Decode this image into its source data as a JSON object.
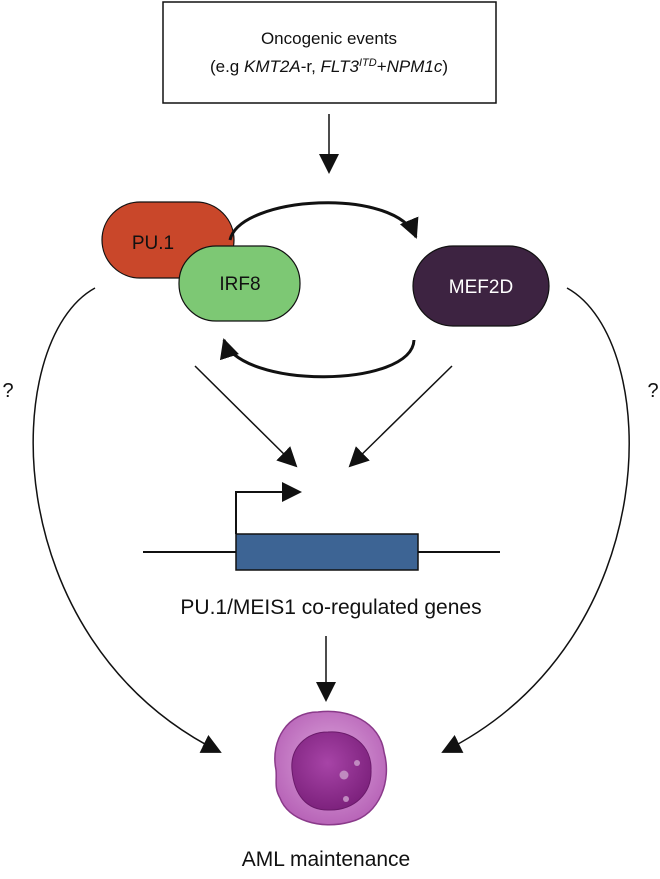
{
  "event_box": {
    "line1": "Oncogenic events",
    "line2_parts": [
      {
        "text": "(e.g ",
        "italic": false,
        "sup": false
      },
      {
        "text": "KMT2A",
        "italic": true,
        "sup": false
      },
      {
        "text": "-r, ",
        "italic": false,
        "sup": false
      },
      {
        "text": "FLT3",
        "italic": true,
        "sup": false
      },
      {
        "text": "ITD",
        "italic": true,
        "sup": true
      },
      {
        "text": "+",
        "italic": false,
        "sup": false
      },
      {
        "text": "NPM1c",
        "italic": true,
        "sup": false
      },
      {
        "text": ")",
        "italic": false,
        "sup": false
      }
    ]
  },
  "nodes": {
    "pu1": {
      "label": "PU.1",
      "color": "#c9472a"
    },
    "irf8": {
      "label": "IRF8",
      "color": "#7dc874"
    },
    "mef2d": {
      "label": "MEF2D",
      "color": "#3d2341"
    }
  },
  "gene": {
    "label": "PU.1/MEIS1 co-regulated genes",
    "box_color": "#3d6494"
  },
  "question_marks": {
    "left": "?",
    "right": "?"
  },
  "outcome": {
    "label": "AML maintenance",
    "cell_outer_color": "#c46fc4",
    "nucleus_color": "#8e2c8e"
  }
}
